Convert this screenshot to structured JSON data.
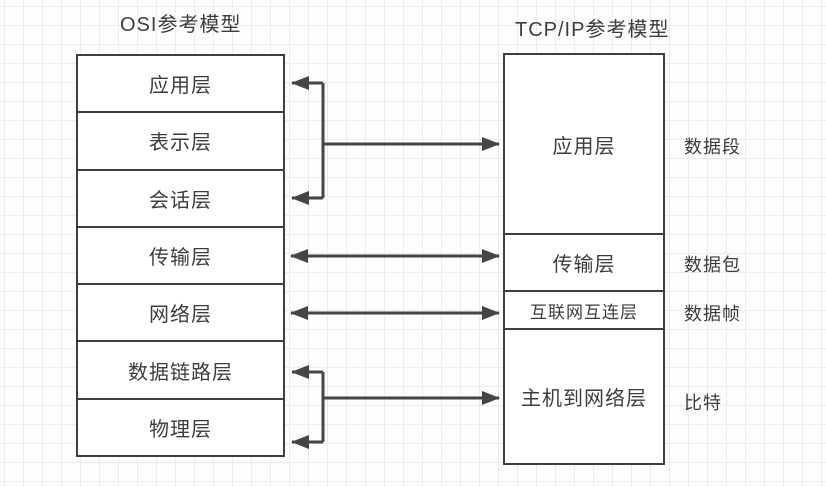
{
  "titles": {
    "osi": "OSI参考模型",
    "tcpip": "TCP/IP参考模型"
  },
  "osi": {
    "layers": [
      "应用层",
      "表示层",
      "会话层",
      "传输层",
      "网络层",
      "数据链路层",
      "物理层"
    ]
  },
  "tcp": {
    "layers": [
      "应用层",
      "传输层",
      "互联网互连层",
      "主机到网络层"
    ]
  },
  "units": [
    "数据段",
    "数据包",
    "数据帧",
    "比特"
  ],
  "connections": [
    {
      "from": "OSI 应用层+表示层+会话层",
      "to": "TCP/IP 应用层",
      "type": "group-bracket"
    },
    {
      "from": "OSI 传输层",
      "to": "TCP/IP 传输层",
      "type": "bidirectional"
    },
    {
      "from": "OSI 网络层",
      "to": "TCP/IP 互联网互连层",
      "type": "bidirectional"
    },
    {
      "from": "OSI 数据链路层+物理层",
      "to": "TCP/IP 主机到网络层",
      "type": "group-bracket"
    }
  ],
  "colors": {
    "stroke": "#3f3f3f",
    "text": "#3d3d3d",
    "grid": "#ececec",
    "background": "#fdfdfd"
  }
}
